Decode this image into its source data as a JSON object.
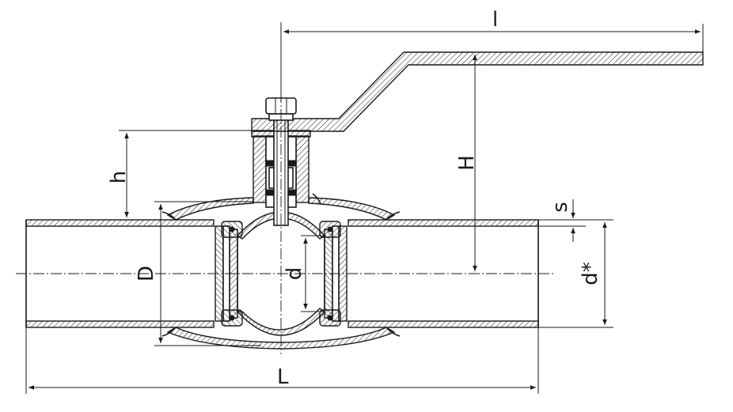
{
  "labels": {
    "l": "l",
    "H": "H",
    "h": "h",
    "s": "s",
    "D": "D",
    "d": "d",
    "d_star": "d*",
    "L": "L"
  },
  "colors": {
    "line": "#1a1a1a",
    "background": "#ffffff"
  }
}
